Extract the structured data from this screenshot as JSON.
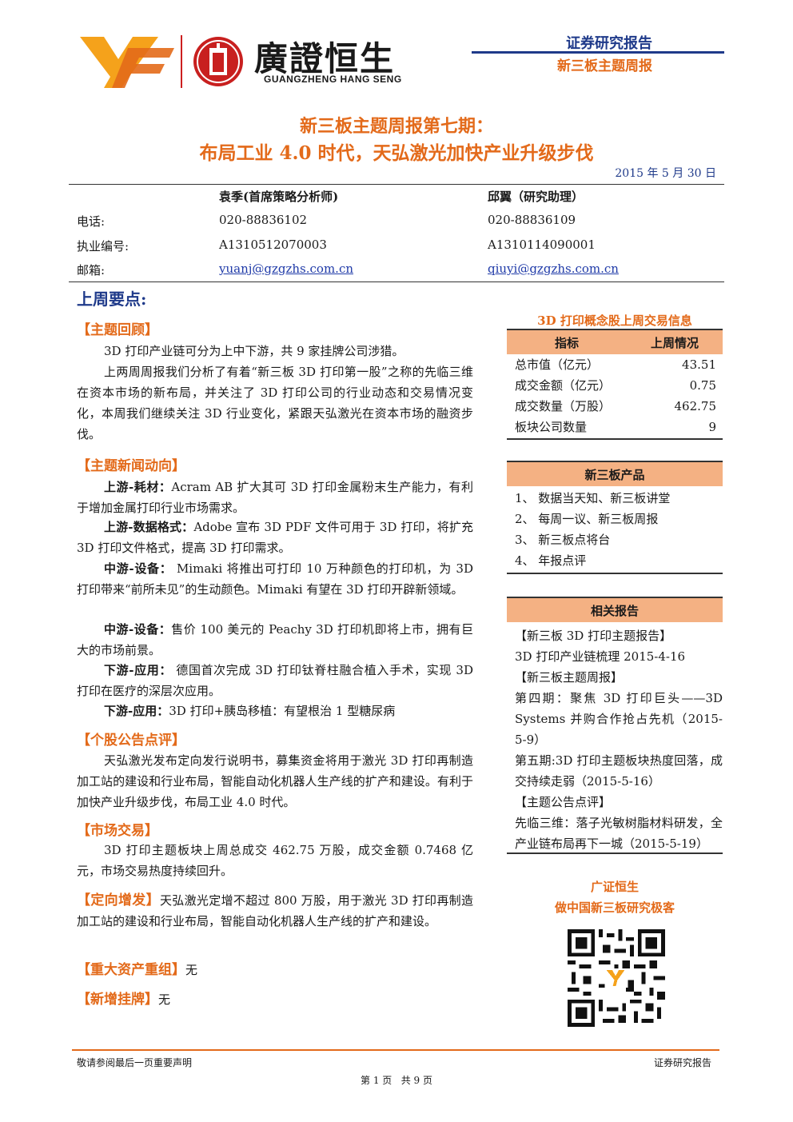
{
  "header": {
    "company_cn": "廣證恒生",
    "company_en": "GUANGZHENG HANG SENG",
    "report_type": "证券研究报告",
    "report_series": "新三板主题周报"
  },
  "title": {
    "line1": "新三板主题周报第七期：",
    "line2": "布局工业 4.0 时代，天弘激光加快产业升级步伐",
    "date": "2015 年 5 月 30 日"
  },
  "analysts": {
    "a1_name": "袁季(首席策略分析师)",
    "a2_name": "邱翼（研究助理）",
    "phone_label": "电话:",
    "a1_phone": "020-88836102",
    "a2_phone": "020-88836109",
    "cert_label": "执业编号:",
    "a1_cert": "A1310512070003",
    "a2_cert": "A1310114090001",
    "email_label": "邮箱:",
    "a1_email": "yuanj@gzgzhs.com.cn",
    "a2_email": "qiuyi@gzgzhs.com.cn"
  },
  "main": {
    "section_title": "上周要点:",
    "h_review": "【主题回顾】",
    "review_p1": "3D 打印产业链可分为上中下游，共 9 家挂牌公司涉猎。",
    "review_p2": "上两周周报我们分析了有着“新三板 3D 打印第一股”之称的先临三维在资本市场的新布局，并关注了 3D 打印公司的行业动态和交易情况变化，本周我们继续关注 3D 行业变化，紧跟天弘激光在资本市场的融资步伐。",
    "h_news": "【主题新闻动向】",
    "news": [
      {
        "tag": "上游-耗材：",
        "text": "Acram AB 扩大其可 3D 打印金属粉末生产能力，有利于增加金属打印行业市场需求。"
      },
      {
        "tag": "上游-数据格式：",
        "text": "Adobe 宣布 3D PDF 文件可用于 3D 打印，将扩充 3D 打印文件格式，提高 3D 打印需求。"
      },
      {
        "tag": "中游-设备：",
        "text": " Mimaki 将推出可打印 10 万种颜色的打印机，为 3D 打印带来“前所未见”的生动颜色。Mimaki 有望在 3D 打印开辟新领域。"
      },
      {
        "tag": "中游-设备：",
        "text": "售价 100 美元的 Peachy 3D 打印机即将上市，拥有巨大的市场前景。"
      },
      {
        "tag": "下游-应用：",
        "text": " 德国首次完成 3D 打印钛脊柱融合植入手术，实现 3D 打印在医疗的深层次应用。"
      },
      {
        "tag": "下游-应用：",
        "text": "3D 打印+胰岛移植：有望根治 1 型糖尿病"
      }
    ],
    "h_stock": "【个股公告点评】",
    "stock_p": "天弘激光发布定向发行说明书，募集资金将用于激光 3D 打印再制造加工站的建设和行业布局，智能自动化机器人生产线的扩产和建设。有利于加快产业升级步伐，布局工业 4.0 时代。",
    "h_market": "【市场交易】",
    "market_p": "3D 打印主题板块上周总成交 462.75 万股，成交金额 0.7468 亿元，市场交易热度持续回升。",
    "h_private": "【定向增发】",
    "private_p": "天弘激光定增不超过 800 万股，用于激光 3D 打印再制造加工站的建设和行业布局，智能自动化机器人生产线的扩产和建设。",
    "h_restructure": "【重大资产重组】",
    "restructure_v": "无",
    "h_listing": "【新增挂牌】",
    "listing_v": "无"
  },
  "side": {
    "trade_title": "3D 打印概念股上周交易信息",
    "col_metric": "指标",
    "col_value": "上周情况",
    "rows": [
      {
        "label": "总市值（亿元）",
        "value": "43.51"
      },
      {
        "label": "成交金额（亿元）",
        "value": "0.75"
      },
      {
        "label": "成交数量（万股）",
        "value": "462.75"
      },
      {
        "label": "板块公司数量",
        "value": "9"
      }
    ],
    "products_title": "新三板产品",
    "products": [
      "1、 数据当天知、新三板讲堂",
      "2、 每周一议、新三板周报",
      "3、 新三板点将台",
      "4、 年报点评"
    ],
    "related_title": "相关报告",
    "related": [
      "【新三板 3D 打印主题报告】",
      "3D 打印产业链梳理 2015-4-16",
      "【新三板主题周报】",
      "第四期：聚焦 3D 打印巨头——3D Systems 并购合作抢占先机（2015-5-9）",
      "第五期:3D 打印主题板块热度回落，成交持续走弱（2015-5-16）",
      "【主题公告点评】",
      "先临三维：落子光敏树脂材料研发，全产业链布局再下一城（2015-5-19）"
    ],
    "brand_line1": "广证恒生",
    "brand_line2": "做中国新三板研究极客"
  },
  "footer": {
    "left": "敬请参阅最后一页重要声明",
    "right": "证券研究报告",
    "page": "第 1 页   共 9 页"
  }
}
